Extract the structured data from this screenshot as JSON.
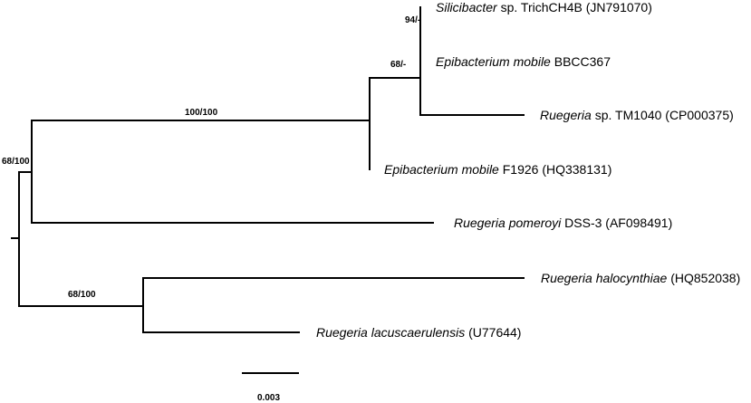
{
  "supports": {
    "root": "68/100",
    "ruegeria_clade": "100/100",
    "epibacterium_clade": "68/-",
    "silicibacter_pair": "94/-",
    "halo_lacus": "68/100"
  },
  "taxa": {
    "silicibacter": {
      "genus": "Silicibacter",
      "rest": " sp. TrichCH4B (JN791070)"
    },
    "epi_bbcc": {
      "genus": "Epibacterium mobile",
      "rest": " BBCC367"
    },
    "ruegeria_tm": {
      "genus": "Ruegeria",
      "rest": " sp. TM1040 (CP000375)"
    },
    "epi_f1926": {
      "genus": "Epibacterium mobile",
      "rest": " F1926 (HQ338131)"
    },
    "pomeroyi": {
      "genus": "Ruegeria pomeroyi",
      "rest": " DSS-3 (AF098491)"
    },
    "halocynthiae": {
      "genus": "Ruegeria halocynthiae",
      "rest": " (HQ852038)"
    },
    "lacus": {
      "genus": "Ruegeria lacuscaerulensis",
      "rest": " (U77644)"
    }
  },
  "scale": {
    "label": "0.003"
  }
}
